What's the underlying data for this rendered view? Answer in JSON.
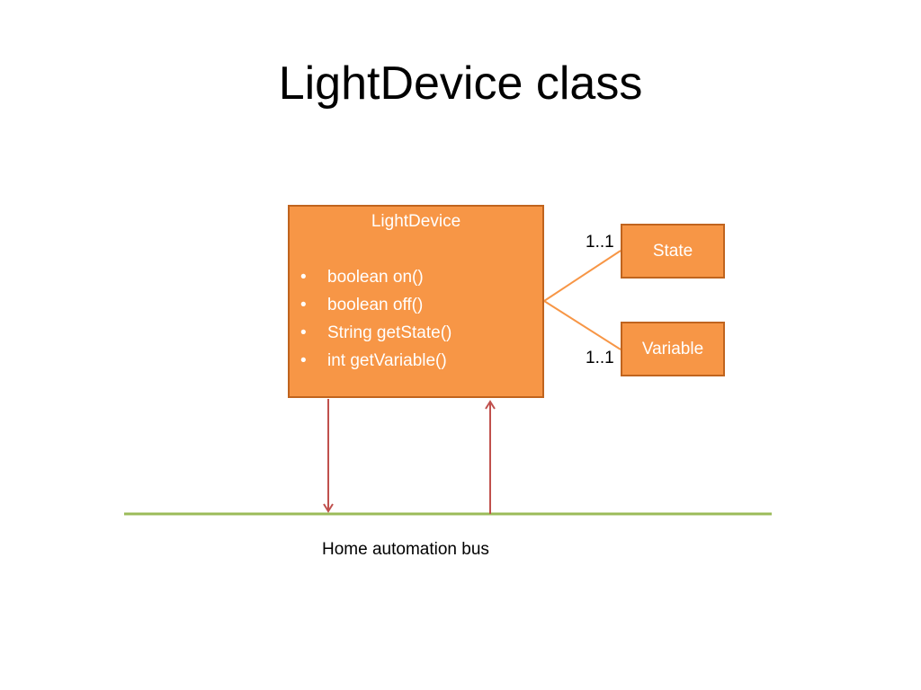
{
  "slide": {
    "title": "LightDevice class"
  },
  "class_box": {
    "name": "LightDevice",
    "methods": [
      "boolean on()",
      "boolean off()",
      "String getState()",
      "int getVariable()"
    ],
    "bullet": "•"
  },
  "associations": {
    "state": {
      "label": "State",
      "multiplicity": "1..1"
    },
    "variable": {
      "label": "Variable",
      "multiplicity": "1..1"
    }
  },
  "bus": {
    "label": "Home automation bus"
  },
  "colors": {
    "box_fill": "#f79646",
    "box_border": "#c0641e",
    "arrow": "#c0504d",
    "bus_line": "#9bbb59",
    "association_line": "#f79646"
  }
}
